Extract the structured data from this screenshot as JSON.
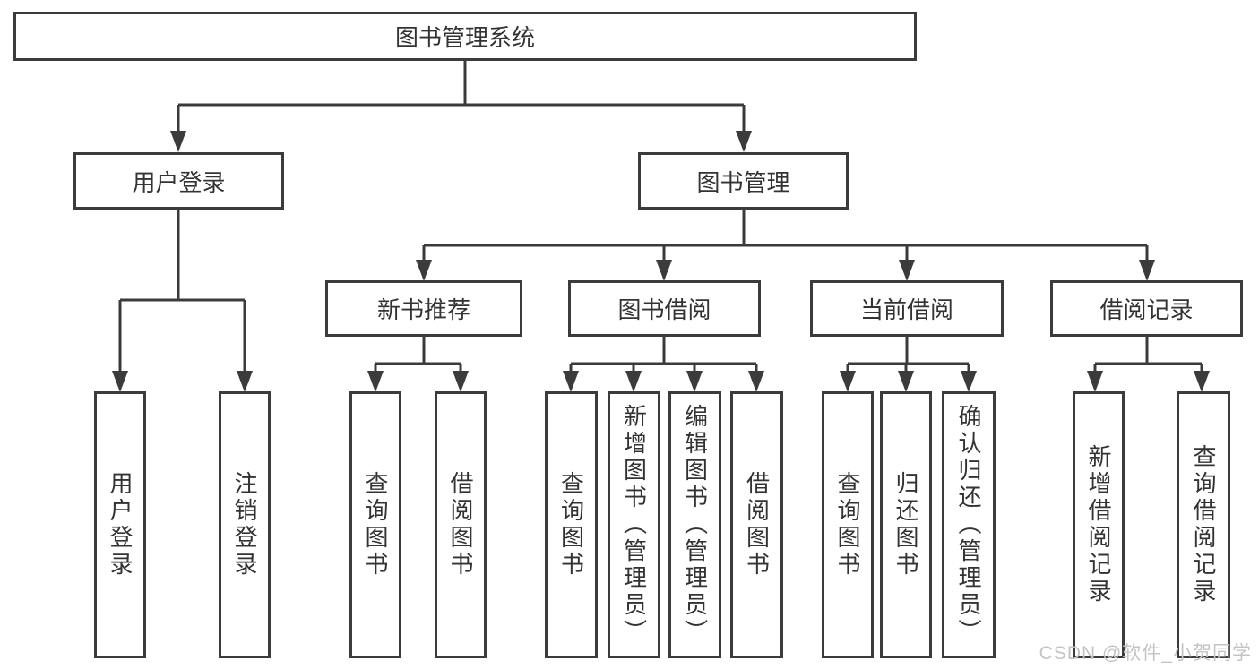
{
  "colors": {
    "line": "#3b3b3b",
    "text": "#333333",
    "watermark_gray": "#c4c4c4",
    "background": "#ffffff"
  },
  "diagram": {
    "root": "图书管理系统",
    "branches": [
      {
        "label": "用户登录",
        "children": [
          "用户登录",
          "注销登录"
        ]
      },
      {
        "label": "图书管理",
        "modules": [
          {
            "label": "新书推荐",
            "children": [
              "查询图书",
              "借阅图书"
            ]
          },
          {
            "label": "图书借阅",
            "children": [
              "查询图书",
              "新增图书（管理员）",
              "编辑图书（管理员）",
              "借阅图书"
            ]
          },
          {
            "label": "当前借阅",
            "children": [
              "查询图书",
              "归还图书",
              "确认归还（管理员）"
            ]
          },
          {
            "label": "借阅记录",
            "children": [
              "新增借阅记录",
              "查询借阅记录"
            ]
          }
        ]
      }
    ]
  },
  "watermark": "CSDN @软件_小贺同学"
}
